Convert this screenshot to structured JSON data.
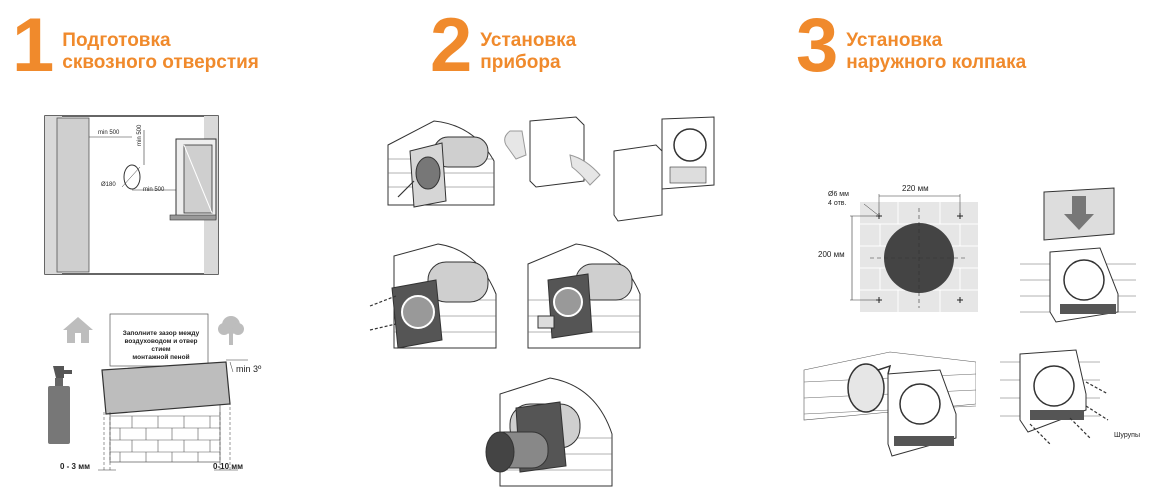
{
  "colors": {
    "accent": "#f08a2c",
    "line": "#333333",
    "fill_light": "#e6e6e6",
    "fill_mid": "#bdbdbd",
    "fill_dark": "#444444"
  },
  "steps": [
    {
      "number": "1",
      "title_line1": "Подготовка",
      "title_line2": "сквозного отверстия"
    },
    {
      "number": "2",
      "title_line1": "Установка",
      "title_line2": "прибора"
    },
    {
      "number": "3",
      "title_line1": "Установка",
      "title_line2": "наружного колпака"
    }
  ],
  "step1": {
    "dim_min500_top": "min 500",
    "dim_min500_side": "min 500",
    "dim_min500_bottom": "min 500",
    "dim_diameter": "Ø180",
    "note_line1": "Заполните зазор между",
    "note_line2": "воздуховодом и отвер стием",
    "note_line3": "монтажной пеной",
    "angle": "min 3º",
    "gap_left": "0 - 3 мм",
    "gap_right": "0-10 мм",
    "icons": [
      "house-icon",
      "tree-icon",
      "foam-spray-icon"
    ]
  },
  "step3": {
    "hole_dim": "Ø6 мм",
    "hole_count": "4 отв.",
    "width_dim": "220 мм",
    "height_dim": "200 мм",
    "screws": "Шурупы"
  }
}
